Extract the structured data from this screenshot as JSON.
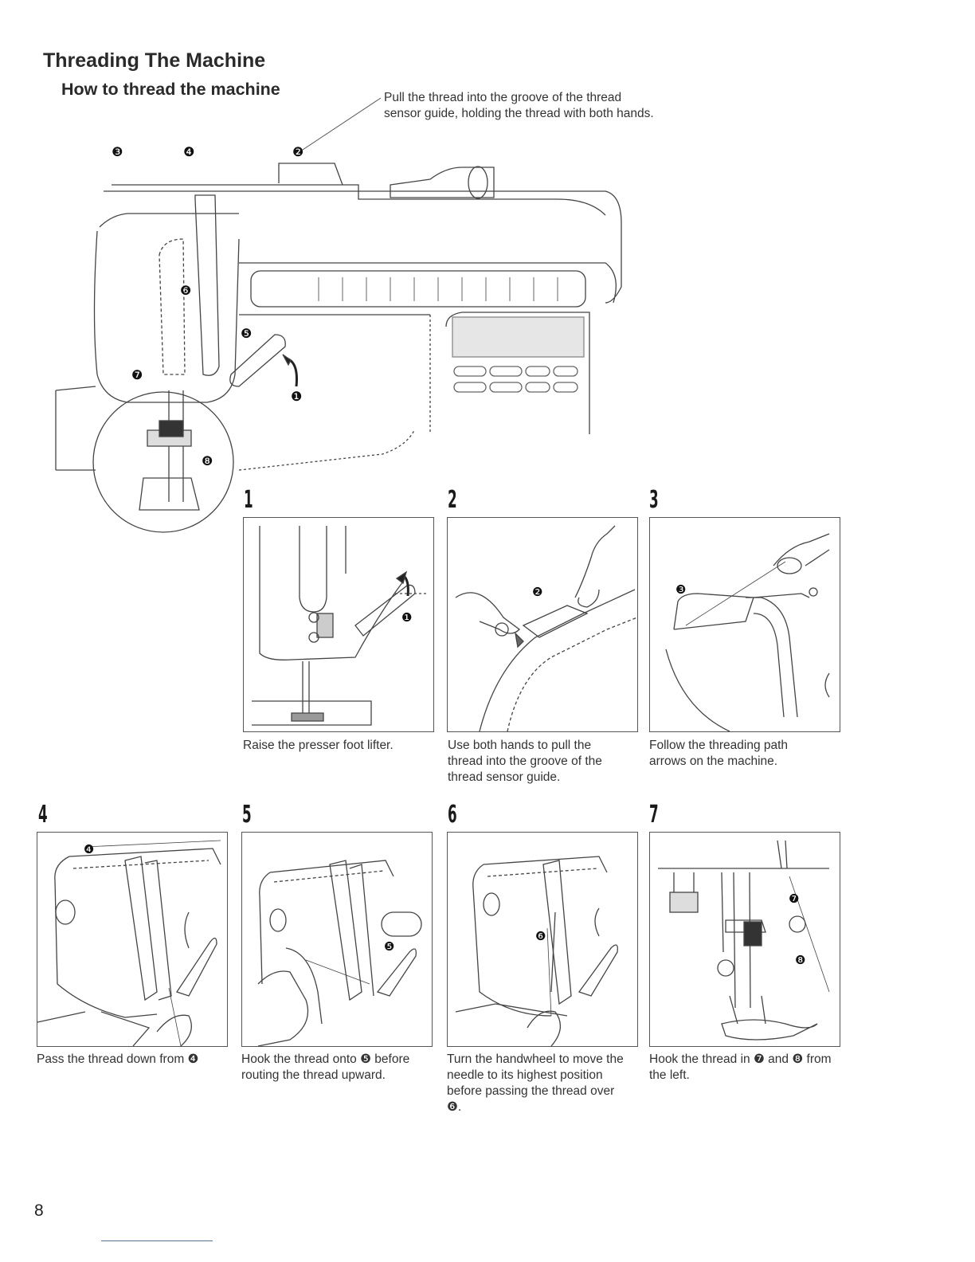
{
  "header": {
    "title": "Threading The Machine",
    "subtitle": "How to thread the machine"
  },
  "overview": {
    "callout": "Pull the thread into the groove of the thread sensor guide, holding the thread with both hands.",
    "markers": [
      "❸",
      "❹",
      "❷",
      "❻",
      "❺",
      "❶",
      "❼",
      "❽"
    ]
  },
  "steps": [
    {
      "number": "1",
      "caption": "Raise the presser foot lifter.",
      "marker": "❶"
    },
    {
      "number": "2",
      "caption": "Use both hands to pull the thread into the groove of the thread sensor guide.",
      "marker": "❷"
    },
    {
      "number": "3",
      "caption": "Follow the threading path arrows on the machine.",
      "marker": "❸"
    },
    {
      "number": "4",
      "caption": "Pass the thread down from ❹",
      "marker": "❹"
    },
    {
      "number": "5",
      "caption": "Hook the thread onto ❺ before routing the thread upward.",
      "marker": "❺"
    },
    {
      "number": "6",
      "caption": "Turn the handwheel to move the needle to its highest position before passing the thread over ❻.",
      "marker": "❻"
    },
    {
      "number": "7",
      "caption": "Hook the thread in ❼ and ❽ from the left.",
      "marker": "❼",
      "marker2": "❽"
    }
  ],
  "footer": {
    "page_number": "8"
  }
}
